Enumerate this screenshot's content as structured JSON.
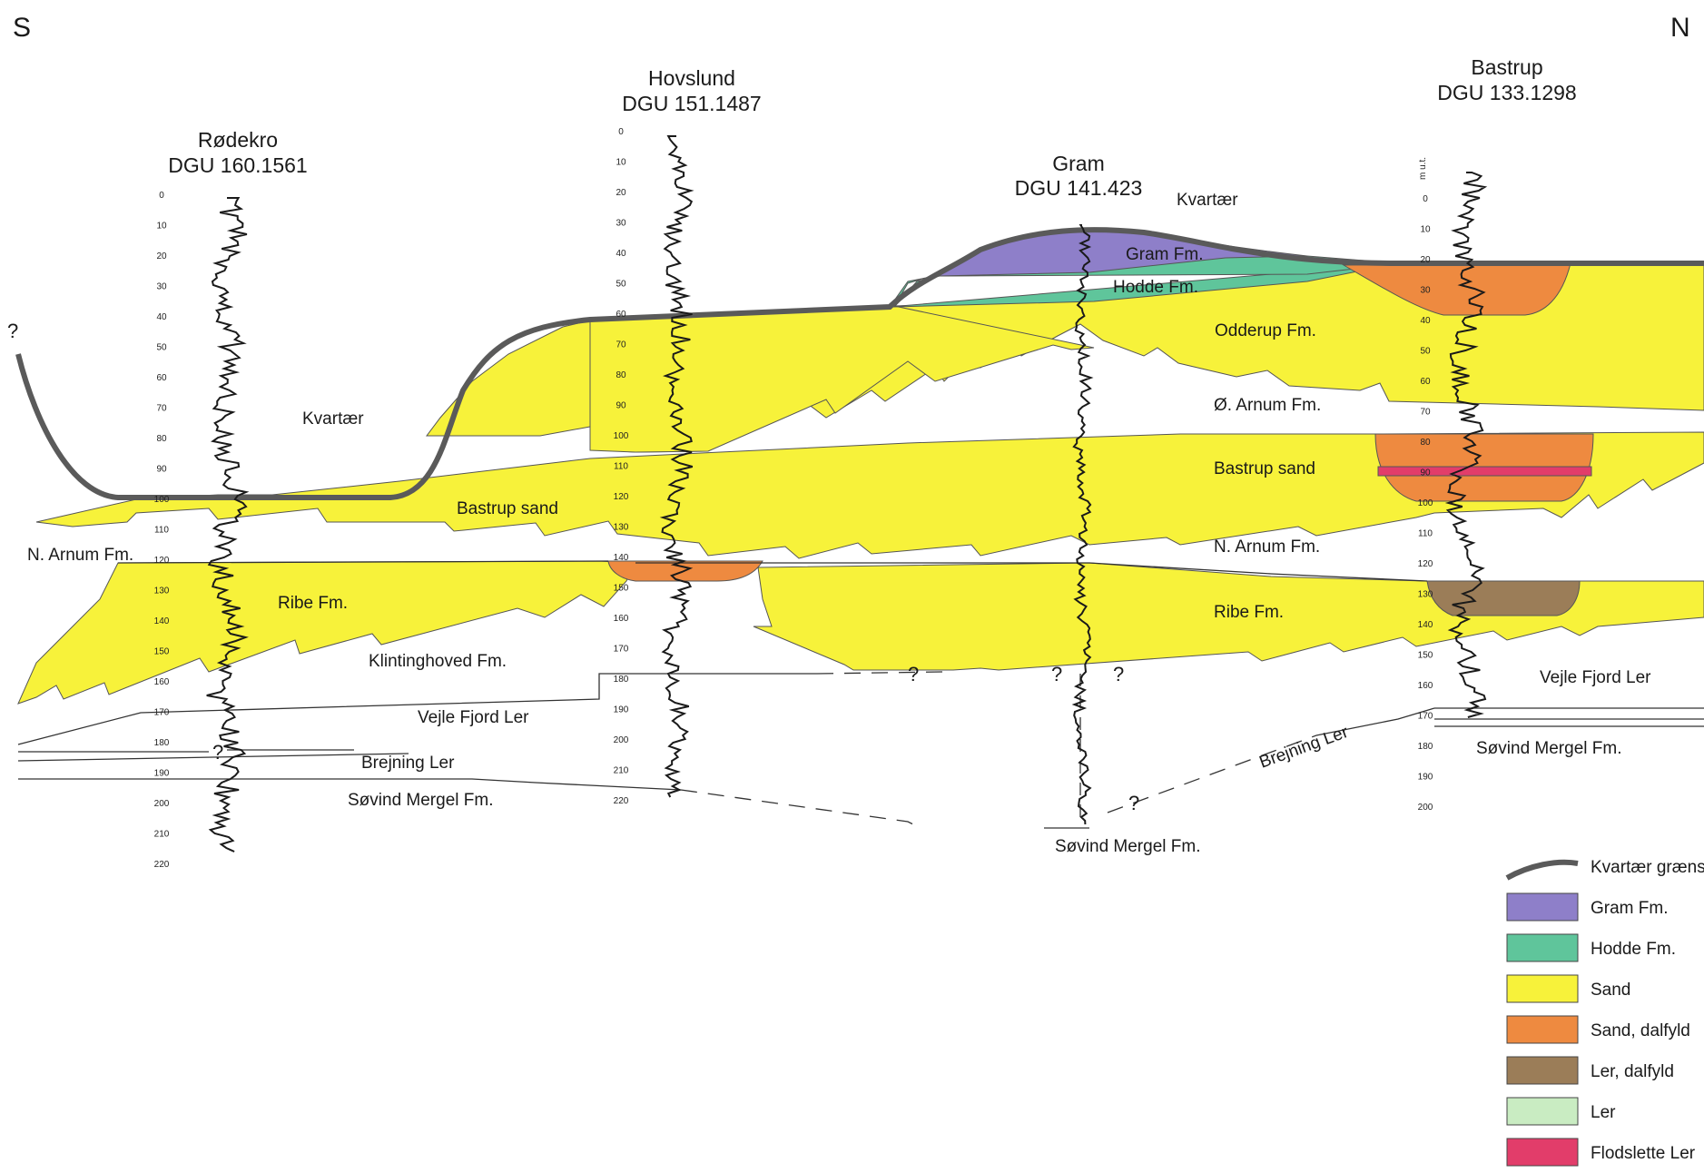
{
  "directions": {
    "south": "S",
    "north": "N"
  },
  "boreholes": [
    {
      "name": "Rødekro",
      "id": "DGU 160.1561",
      "depths": [
        "0",
        "10",
        "20",
        "30",
        "40",
        "50",
        "60",
        "70",
        "80",
        "90",
        "100",
        "110",
        "120",
        "130",
        "140",
        "150",
        "160",
        "170",
        "180",
        "190",
        "200",
        "210",
        "220"
      ]
    },
    {
      "name": "Hovslund",
      "id": "DGU 151.1487",
      "depths": [
        "0",
        "10",
        "20",
        "30",
        "40",
        "50",
        "60",
        "70",
        "80",
        "90",
        "100",
        "110",
        "120",
        "130",
        "140",
        "150",
        "160",
        "170",
        "180",
        "190",
        "200",
        "210",
        "220"
      ]
    },
    {
      "name": "Gram",
      "id": "DGU 141.423",
      "depths": []
    },
    {
      "name": "Bastrup",
      "id": "DGU 133.1298",
      "unit": "m u.t.",
      "depths": [
        "0",
        "10",
        "20",
        "30",
        "40",
        "50",
        "60",
        "70",
        "80",
        "90",
        "100",
        "110",
        "120",
        "130",
        "140",
        "150",
        "160",
        "170",
        "180",
        "190",
        "200"
      ]
    }
  ],
  "units": {
    "kvartaer_left": "Kvartær",
    "kvartaer_top": "Kvartær",
    "gram": "Gram Fm.",
    "hodde": "Hodde Fm.",
    "odderup": "Odderup Fm.",
    "o_arnum": "Ø. Arnum Fm.",
    "bastrup_sand_left": "Bastrup sand",
    "bastrup_sand_right": "Bastrup sand",
    "n_arnum_left": "N. Arnum Fm.",
    "n_arnum_right": "N. Arnum Fm.",
    "ribe_left": "Ribe Fm.",
    "ribe_right": "Ribe Fm.",
    "klintinghoved": "Klintinghoved Fm.",
    "vejle_left": "Vejle Fjord Ler",
    "vejle_right": "Vejle Fjord Ler",
    "brejning_left": "Brejning Ler",
    "brejning_right": "Brejning Ler",
    "sovind_left": "Søvind Mergel Fm.",
    "sovind_mid": "Søvind Mergel Fm.",
    "sovind_right": "Søvind Mergel Fm."
  },
  "question_mark": "?",
  "legend": [
    {
      "label": "Kvartær grænse",
      "type": "line",
      "color": "#5a5a5a"
    },
    {
      "label": "Gram Fm.",
      "type": "box",
      "color": "#8e7fc9"
    },
    {
      "label": "Hodde Fm.",
      "type": "box",
      "color": "#5fc59b"
    },
    {
      "label": "Sand",
      "type": "box",
      "color": "#f7f23a"
    },
    {
      "label": "Sand, dalfyld",
      "type": "box",
      "color": "#ee8a40"
    },
    {
      "label": "Ler, dalfyld",
      "type": "box",
      "color": "#9b7d58"
    },
    {
      "label": "Ler",
      "type": "box",
      "color": "#c9ecc2"
    },
    {
      "label": "Flodslette Ler",
      "type": "box",
      "color": "#e23d6a"
    }
  ],
  "colors": {
    "sand": "#f7f23a",
    "gram": "#8e7fc9",
    "hodde": "#5fc59b",
    "sand_dalfyld": "#ee8a40",
    "ler_dalfyld": "#9b7d58",
    "flodslette": "#e23d6a",
    "kvartaer_line": "#5a5a5a"
  }
}
